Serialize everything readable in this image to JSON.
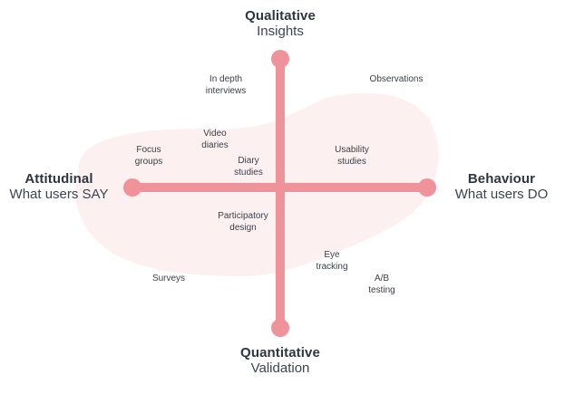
{
  "colors": {
    "axis": "#f0929a",
    "blob": "#fdf0f1",
    "text_dark": "#2f3640",
    "text_method": "#3a3f48"
  },
  "poles": {
    "top": {
      "title": "Qualitative",
      "subtitle": "Insights"
    },
    "bottom": {
      "title": "Quantitative",
      "subtitle": "Validation"
    },
    "left": {
      "title": "Attitudinal",
      "subtitle": "What users SAY"
    },
    "right": {
      "title": "Behaviour",
      "subtitle": "What users DO"
    }
  },
  "methods": [
    {
      "id": "in-depth-interviews",
      "label": "In depth\ninterviews"
    },
    {
      "id": "observations",
      "label": "Observations"
    },
    {
      "id": "video-diaries",
      "label": "Video\ndiaries"
    },
    {
      "id": "focus-groups",
      "label": "Focus\ngroups"
    },
    {
      "id": "diary-studies",
      "label": "Diary\nstudies"
    },
    {
      "id": "usability-studies",
      "label": "Usability\nstudies"
    },
    {
      "id": "participatory-design",
      "label": "Participatory\ndesign"
    },
    {
      "id": "eye-tracking",
      "label": "Eye\ntracking"
    },
    {
      "id": "ab-testing",
      "label": "A/B\ntesting"
    },
    {
      "id": "surveys",
      "label": "Surveys"
    }
  ]
}
